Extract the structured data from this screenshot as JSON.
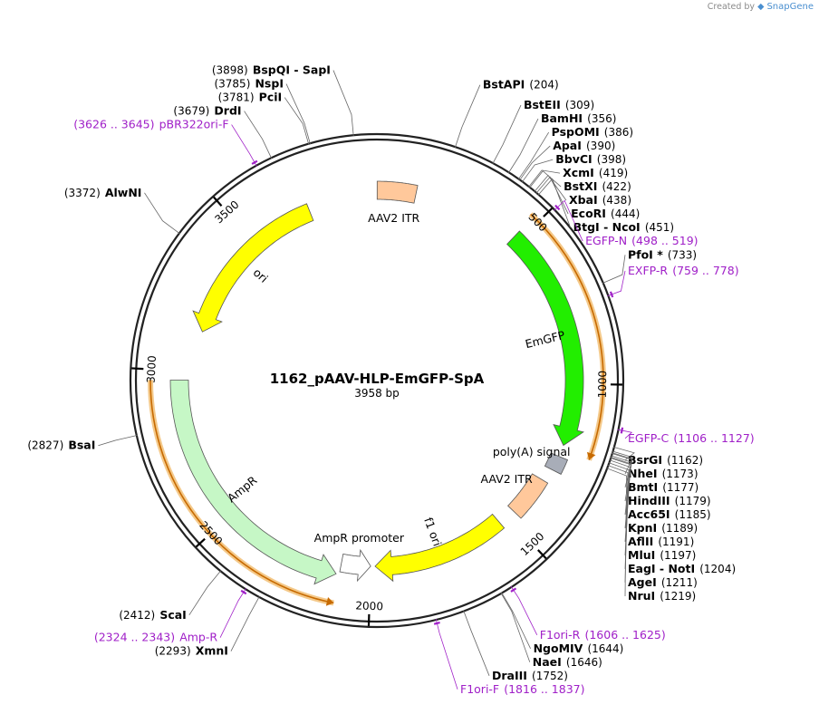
{
  "credit": {
    "prefix": "Created by",
    "brand": "SnapGene"
  },
  "map": {
    "title": "1162_pAAV-HLP-EmGFP-SpA",
    "length_label": "3958 bp",
    "total_bp": 3958,
    "ticks": [
      {
        "bp": 500,
        "label": "500"
      },
      {
        "bp": 1000,
        "label": "1000"
      },
      {
        "bp": 1500,
        "label": "1500"
      },
      {
        "bp": 2000,
        "label": "2000"
      },
      {
        "bp": 2500,
        "label": "2500"
      },
      {
        "bp": 3000,
        "label": "3000"
      },
      {
        "bp": 3500,
        "label": "3500"
      }
    ],
    "features": [
      {
        "name": "AAV2 ITR",
        "start": 1,
        "end": 130,
        "dir": "none",
        "color": "#ffc89b"
      },
      {
        "name": "EmGFP",
        "start": 480,
        "end": 1200,
        "dir": "forward",
        "color": "#22ee00"
      },
      {
        "name": "poly(A) signal",
        "start": 1238,
        "end": 1286,
        "dir": "none",
        "color": "#a8adb8"
      },
      {
        "name": "AAV2 ITR",
        "start": 1330,
        "end": 1470,
        "dir": "none",
        "color": "#ffc89b"
      },
      {
        "name": "f1 ori",
        "start": 1530,
        "end": 1985,
        "dir": "forward",
        "color": "#ffff00"
      },
      {
        "name": "AmpR promoter",
        "start": 2000,
        "end": 2100,
        "dir": "reverse",
        "color": "#ffffff"
      },
      {
        "name": "AmpR",
        "start": 2110,
        "end": 2970,
        "dir": "reverse",
        "color": "#c6f7c6"
      },
      {
        "name": "ori",
        "start": 3140,
        "end": 3720,
        "dir": "reverse",
        "color": "#ffff00"
      }
    ],
    "orf_arcs": [
      {
        "start": 470,
        "end": 1215,
        "dir": "forward"
      },
      {
        "start": 2100,
        "end": 2970,
        "dir": "reverse"
      }
    ],
    "sites": [
      {
        "name": "BspQI  - SapI",
        "pos": "(3898)",
        "bp": 3898,
        "side": "L"
      },
      {
        "name": "NspI",
        "pos": "(3785)",
        "bp": 3785,
        "side": "L"
      },
      {
        "name": "PciI",
        "pos": "(3781)",
        "bp": 3781,
        "side": "L"
      },
      {
        "name": "DrdI",
        "pos": "(3679)",
        "bp": 3679,
        "side": "L"
      },
      {
        "name": "AlwNI",
        "pos": "(3372)",
        "bp": 3372,
        "side": "L"
      },
      {
        "name": "BsaI",
        "pos": "(2827)",
        "bp": 2827,
        "side": "L"
      },
      {
        "name": "ScaI",
        "pos": "(2412)",
        "bp": 2412,
        "side": "L"
      },
      {
        "name": "XmnI",
        "pos": "(2293)",
        "bp": 2293,
        "side": "L"
      },
      {
        "name": "BstAPI",
        "pos": "(204)",
        "bp": 204,
        "side": "R"
      },
      {
        "name": "BstEII",
        "pos": "(309)",
        "bp": 309,
        "side": "R"
      },
      {
        "name": "BamHI",
        "pos": "(356)",
        "bp": 356,
        "side": "R"
      },
      {
        "name": "PspOMI",
        "pos": "(386)",
        "bp": 386,
        "side": "R"
      },
      {
        "name": "ApaI",
        "pos": "(390)",
        "bp": 390,
        "side": "R"
      },
      {
        "name": "BbvCI",
        "pos": "(398)",
        "bp": 398,
        "side": "R"
      },
      {
        "name": "XcmI",
        "pos": "(419)",
        "bp": 419,
        "side": "R"
      },
      {
        "name": "BstXI",
        "pos": "(422)",
        "bp": 422,
        "side": "R"
      },
      {
        "name": "XbaI",
        "pos": "(438)",
        "bp": 438,
        "side": "R"
      },
      {
        "name": "EcoRI",
        "pos": "(444)",
        "bp": 444,
        "side": "R"
      },
      {
        "name": "BtgI  - NcoI",
        "pos": "(451)",
        "bp": 451,
        "side": "R"
      },
      {
        "name": "PfoI *",
        "pos": "(733)",
        "bp": 733,
        "side": "R"
      },
      {
        "name": "BsrGI",
        "pos": "(1162)",
        "bp": 1162,
        "side": "R"
      },
      {
        "name": "NheI",
        "pos": "(1173)",
        "bp": 1173,
        "side": "R"
      },
      {
        "name": "BmtI",
        "pos": "(1177)",
        "bp": 1177,
        "side": "R"
      },
      {
        "name": "HindIII",
        "pos": "(1179)",
        "bp": 1179,
        "side": "R"
      },
      {
        "name": "Acc65I",
        "pos": "(1185)",
        "bp": 1185,
        "side": "R"
      },
      {
        "name": "KpnI",
        "pos": "(1189)",
        "bp": 1189,
        "side": "R"
      },
      {
        "name": "AflII",
        "pos": "(1191)",
        "bp": 1191,
        "side": "R"
      },
      {
        "name": "MluI",
        "pos": "(1197)",
        "bp": 1197,
        "side": "R"
      },
      {
        "name": "EagI  - NotI",
        "pos": "(1204)",
        "bp": 1204,
        "side": "R"
      },
      {
        "name": "AgeI",
        "pos": "(1211)",
        "bp": 1211,
        "side": "R"
      },
      {
        "name": "NruI",
        "pos": "(1219)",
        "bp": 1219,
        "side": "R"
      },
      {
        "name": "NgoMIV",
        "pos": "(1644)",
        "bp": 1644,
        "side": "R"
      },
      {
        "name": "NaeI",
        "pos": "(1646)",
        "bp": 1646,
        "side": "R"
      },
      {
        "name": "DraIII",
        "pos": "(1752)",
        "bp": 1752,
        "side": "R"
      }
    ],
    "primers": [
      {
        "name": "pBR322ori-F",
        "pos": "(3626 .. 3645)",
        "bp": 3636,
        "side": "L"
      },
      {
        "name": "EGFP-N",
        "pos": "(498 .. 519)",
        "bp": 508,
        "side": "R"
      },
      {
        "name": "EXFP-R",
        "pos": "(759 .. 778)",
        "bp": 768,
        "side": "R"
      },
      {
        "name": "EGFP-C",
        "pos": "(1106 .. 1127)",
        "bp": 1116,
        "side": "R"
      },
      {
        "name": "F1ori-R",
        "pos": "(1606 .. 1625)",
        "bp": 1615,
        "side": "R"
      },
      {
        "name": "F1ori-F",
        "pos": "(1816 .. 1837)",
        "bp": 1826,
        "side": "R"
      },
      {
        "name": "Amp-R",
        "pos": "(2324 .. 2343)",
        "bp": 2333,
        "side": "L"
      }
    ]
  }
}
